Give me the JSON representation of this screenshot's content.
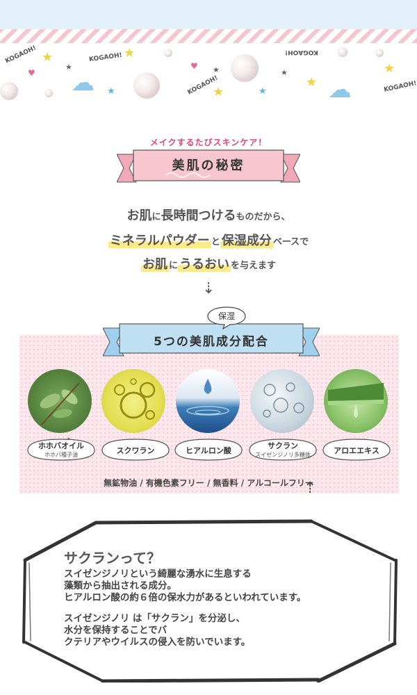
{
  "header": {
    "brand_marks": [
      "KOGAOH!",
      "KOGAOH!",
      "KOGAOH!",
      "KOGAOH!",
      "KOGAOH!"
    ]
  },
  "catch_copy": "メイクするたびスキンケア！",
  "ribbon_title": "美肌の秘密",
  "lead": {
    "line1_a": "お肌",
    "line1_b": "に",
    "line1_c": "長時間つける",
    "line1_d": "ものだから、",
    "line2_a": "ミネラルパウダー",
    "line2_b": "と",
    "line2_c": "保湿成分",
    "line2_d": "ベースで",
    "line3_a": "お肌",
    "line3_b": "に",
    "line3_c": "うるおい",
    "line3_d": "を与えます"
  },
  "moisture_badge": "保湿",
  "section_title": "5つの美肌成分配合",
  "ingredients": [
    {
      "name": "ホホバオイル",
      "sub": "ホホバ種子油",
      "icon": "jojoba-leaf-image"
    },
    {
      "name": "スクワラン",
      "sub": "",
      "icon": "squalane-oil-drops-image"
    },
    {
      "name": "ヒアルロン酸",
      "sub": "",
      "icon": "water-droplet-image"
    },
    {
      "name": "サクラン",
      "sub": "スイゼンジノリ多糖体",
      "icon": "water-bubbles-image"
    },
    {
      "name": "アロエエキス",
      "sub": "",
      "icon": "aloe-leaf-image"
    }
  ],
  "free_of": "無鉱物油 / 有機色素フリー / 無香料 / アルコールフリー",
  "qa": {
    "title": "サクランって？",
    "p1_l1": "スイゼンジノリという綺麗な湧水に生息する",
    "p1_l2": "藻類から抽出される成分。",
    "p1_l3": "ヒアルロン酸の約６倍の保水力があるといわれています。",
    "p2_l1": "スイゼンジノリ は「サクラン」を分泌し、",
    "p2_l2": "水分を保持することでバ",
    "p2_l3": "クテリアやウイルスの侵入を防いでいます。"
  },
  "colors": {
    "accent_pink": "#e0457b",
    "ribbon_pink": "#f7c6cf",
    "ribbon_blue": "#bfe0f3",
    "highlight_yellow": "#fbe98a",
    "panel_pink": "#fde8ee"
  }
}
